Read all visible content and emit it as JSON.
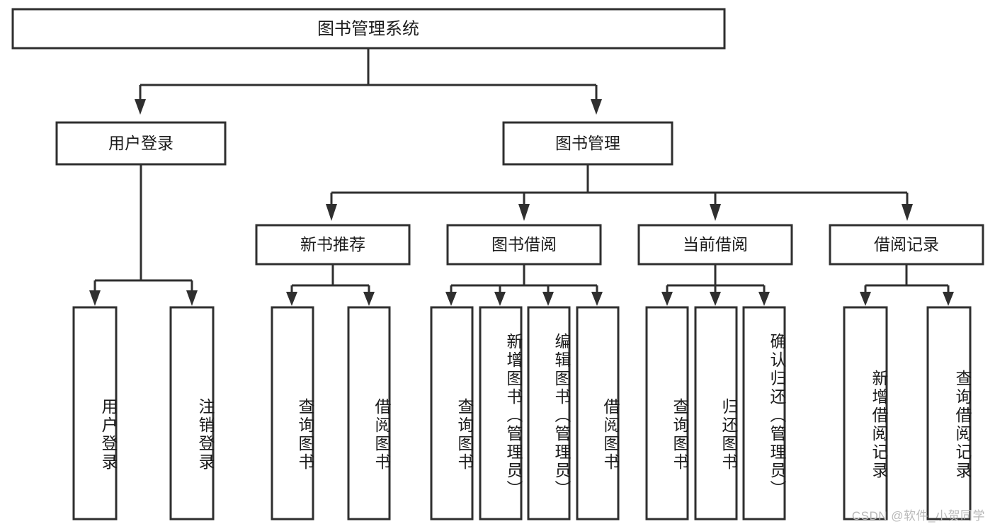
{
  "diagram": {
    "type": "hierarchy-tree",
    "title": "图书管理系统",
    "orientation": "top-down",
    "colors": {
      "box_stroke": "#2f2f2f",
      "box_fill": "#ffffff",
      "text": "#1b1b1b",
      "background": "#ffffff",
      "watermark": "#b8b8b8"
    },
    "root": {
      "label": "图书管理系统"
    },
    "level1": [
      {
        "label": "用户登录"
      },
      {
        "label": "图书管理"
      }
    ],
    "level2": [
      {
        "label": "新书推荐"
      },
      {
        "label": "图书借阅"
      },
      {
        "label": "当前借阅"
      },
      {
        "label": "借阅记录"
      }
    ],
    "leaves": {
      "user_login": [
        {
          "label": "用户登录"
        },
        {
          "label": "注销登录"
        }
      ],
      "new_book_recommend": [
        {
          "label": "查询图书"
        },
        {
          "label": "借阅图书"
        }
      ],
      "book_borrow": [
        {
          "label": "查询图书"
        },
        {
          "label": "新增图书（管理员）"
        },
        {
          "label": "编辑图书（管理员）"
        },
        {
          "label": "借阅图书"
        }
      ],
      "current_borrow": [
        {
          "label": "查询图书"
        },
        {
          "label": "归还图书"
        },
        {
          "label": "确认归还（管理员）"
        }
      ],
      "borrow_record": [
        {
          "label": "新增借阅记录"
        },
        {
          "label": "查询借阅记录"
        }
      ]
    },
    "watermark": "CSDN @软件_小贺同学"
  }
}
